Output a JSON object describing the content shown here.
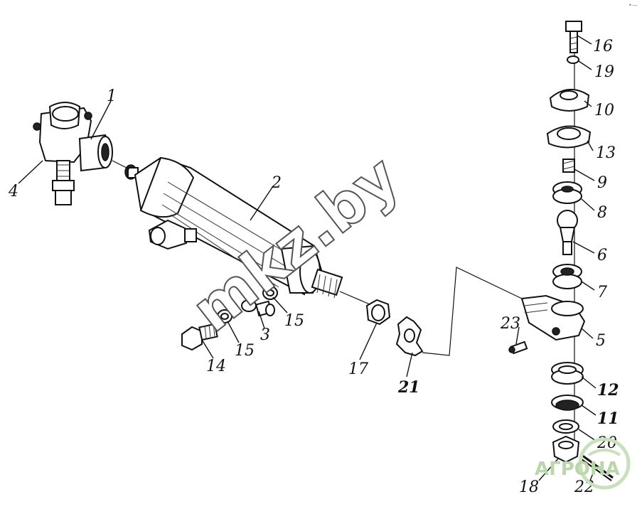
{
  "diagram": {
    "watermark": "mkz.by",
    "logo": "АГРОНА",
    "corner_mark": "•—",
    "callouts": [
      {
        "id": "c1",
        "label": "1"
      },
      {
        "id": "c2",
        "label": "2"
      },
      {
        "id": "c3",
        "label": "3"
      },
      {
        "id": "c4",
        "label": "4"
      },
      {
        "id": "c5",
        "label": "5"
      },
      {
        "id": "c6",
        "label": "6"
      },
      {
        "id": "c7",
        "label": "7"
      },
      {
        "id": "c8",
        "label": "8"
      },
      {
        "id": "c9",
        "label": "9"
      },
      {
        "id": "c10",
        "label": "10"
      },
      {
        "id": "c11",
        "label": "11"
      },
      {
        "id": "c12",
        "label": "12"
      },
      {
        "id": "c13",
        "label": "13"
      },
      {
        "id": "c14",
        "label": "14"
      },
      {
        "id": "c15a",
        "label": "15"
      },
      {
        "id": "c15b",
        "label": "15"
      },
      {
        "id": "c16",
        "label": "16"
      },
      {
        "id": "c17",
        "label": "17"
      },
      {
        "id": "c18",
        "label": "18"
      },
      {
        "id": "c19",
        "label": "19"
      },
      {
        "id": "c20",
        "label": "20"
      },
      {
        "id": "c21",
        "label": "21"
      },
      {
        "id": "c22",
        "label": "22"
      },
      {
        "id": "c23",
        "label": "23"
      }
    ]
  }
}
